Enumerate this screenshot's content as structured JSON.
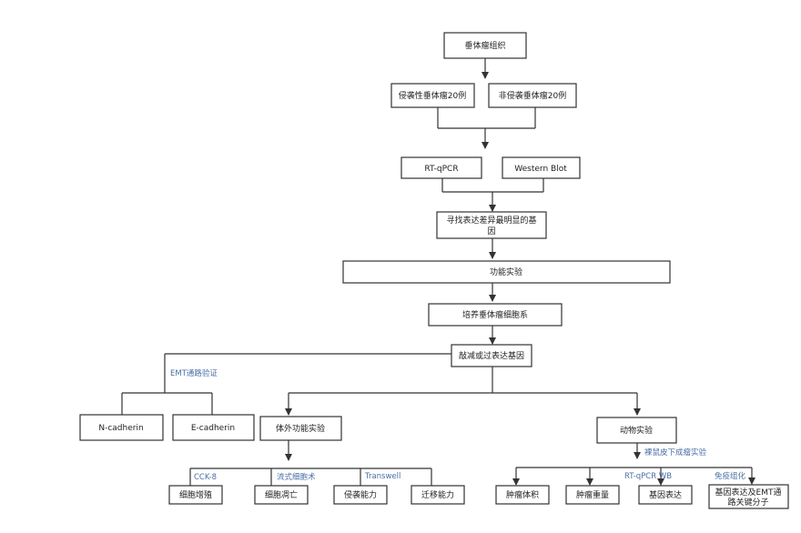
{
  "nodes": {
    "pituitary_tissue": "垂体瘤组织",
    "invasive": "侵袭性垂体瘤20例",
    "noninvasive": "非侵袭垂体瘤20例",
    "rtqpcr": "RT-qPCR",
    "western_blot": "Western Blot",
    "find_gene_l1": "寻找表达差异最明显的基",
    "find_gene_l2": "因",
    "function_exp": "功能实验",
    "culture": "培养垂体瘤细胞系",
    "knock": "敲减或过表达基因",
    "n_cadherin": "N-cadherin",
    "e_cadherin": "E-cadherin",
    "in_vitro": "体外功能实验",
    "animal": "动物实验",
    "proliferation": "细胞增殖",
    "apoptosis": "细胞凋亡",
    "invasion": "侵袭能力",
    "migration": "迁移能力",
    "tumor_volume": "肿瘤体积",
    "tumor_weight": "肿瘤重量",
    "gene_expr": "基因表达",
    "gene_emt_l1": "基因表达及EMT通",
    "gene_emt_l2": "路关键分子"
  },
  "labels": {
    "emt_pathway": "EMT通路验证",
    "cck8": "CCK-8",
    "flow": "流式细胞术",
    "transwell": "Transwell",
    "nude_mouse": "裸鼠皮下成瘤实验",
    "rtqpcr_wb": "RT-qPCR  WB",
    "ihc": "免疫组化"
  }
}
